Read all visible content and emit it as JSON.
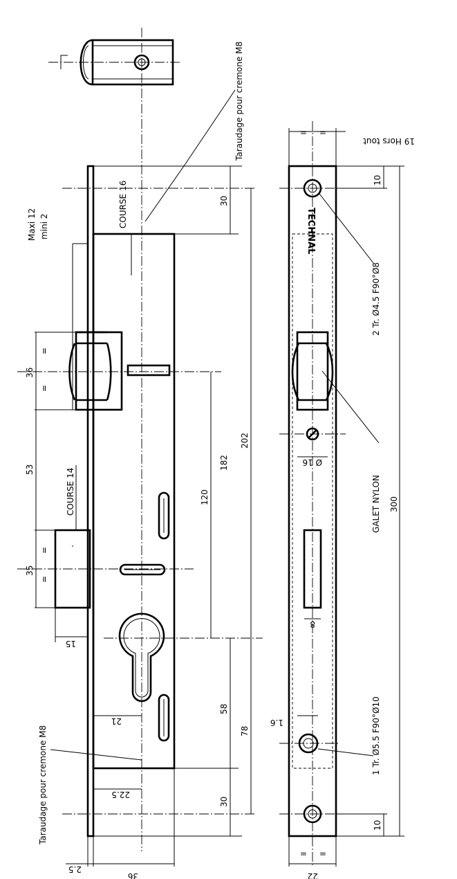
{
  "labels": {
    "taraudage_top": "Taraudage pour cremone M8",
    "taraudage_bottom": "Taraudage pour cremone M8",
    "hors_tout": "19 Hors tout",
    "course16": "COURSE 16",
    "course14": "COURSE 14",
    "maxi": "Maxi 12",
    "mini": "mini 2",
    "hole_top": "2 Tr. Ø4.5 F90°Ø8",
    "hole_bottom": "1 Tr. Ø5.5 F90°Ø10",
    "galet": "GALET NYLON",
    "logo": "TECHNAL"
  },
  "dims": {
    "d30a": "30",
    "d202": "202",
    "d182": "182",
    "d120": "120",
    "d58": "58",
    "d78": "78",
    "d30b": "30",
    "d36v": "36",
    "d53": "53",
    "d35": "35",
    "d15": "15",
    "d21": "21",
    "d22_5": "22.5",
    "d2_5": "2.5",
    "d36h": "36",
    "d10a": "10",
    "d300": "300",
    "d10b": "10",
    "d16": "Ø 16",
    "d8": "8",
    "d1_6": "1.6",
    "d22": "22",
    "eq": "="
  }
}
